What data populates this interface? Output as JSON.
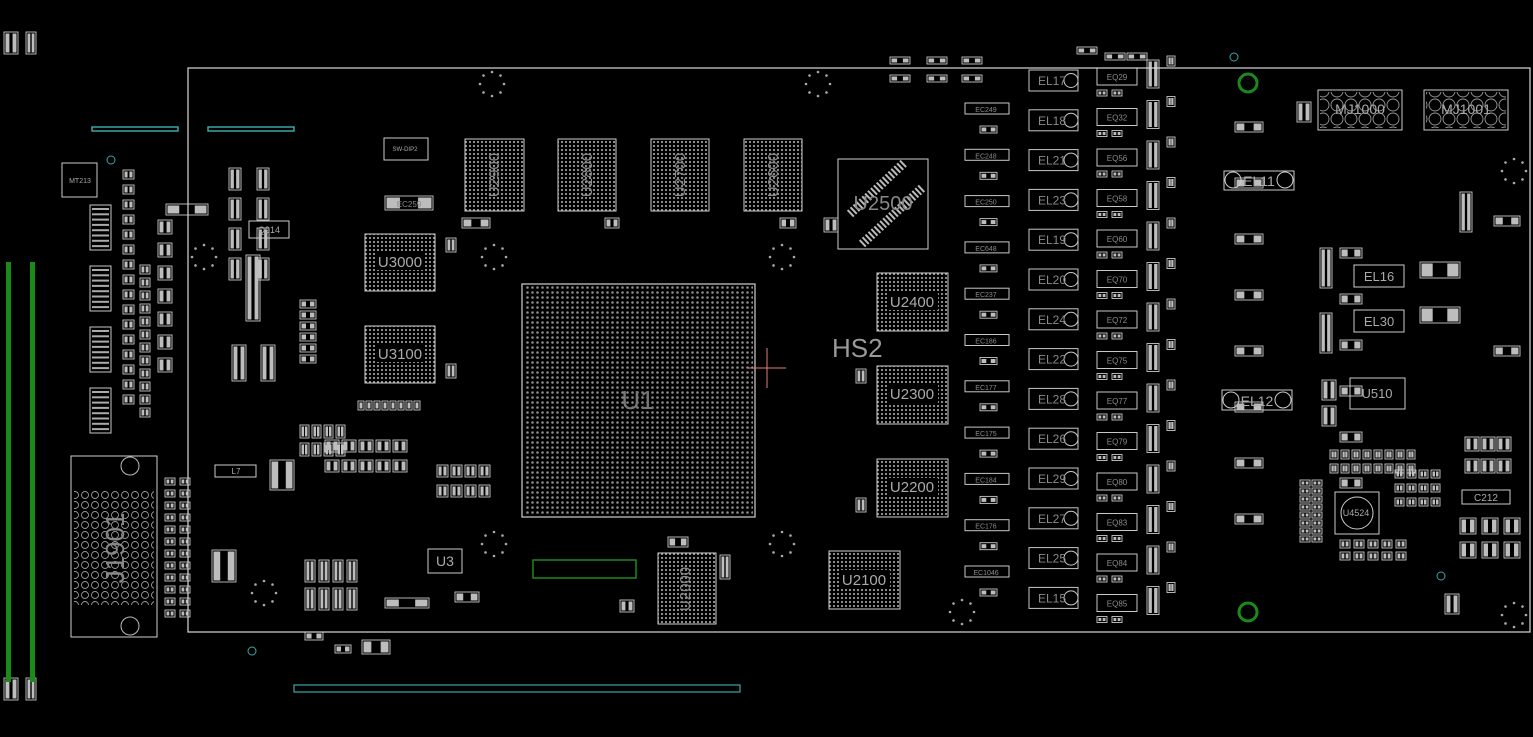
{
  "colors": {
    "background": "#000000",
    "outline": "#d8d8d8",
    "silk_text": "#8a8a8a",
    "pad": "#bdbdbd",
    "green": "#1a8a1a",
    "teal": "#3aa6a6",
    "cursor": "#e08080"
  },
  "labels": {
    "heatsink": "HS2",
    "gpu": "U1",
    "connector": "J1901",
    "mem": [
      "U2900",
      "U2800",
      "U2700",
      "U2600"
    ],
    "u2500": "U2500",
    "u3000": "U3000",
    "u3100": "U3100",
    "u2400": "U2400",
    "u2300": "U2300",
    "u2200": "U2200",
    "u2100": "U2100",
    "u2000": "U2000",
    "u3": "U3",
    "u4524": "U4524",
    "u510": "U510",
    "el11": "EL11",
    "el12": "EL12",
    "el16": "EL16",
    "el30": "EL30",
    "mj1000": "MJ1000",
    "mj1001": "MJ1001",
    "mt213": "MT213",
    "sw": "SW-DIP2",
    "q914": "Q914",
    "c212": "C212",
    "l7": "L7",
    "el_col": [
      "EL17",
      "EL18",
      "EL21",
      "EL23",
      "EL19",
      "EL20",
      "EL24",
      "EL22",
      "EL28",
      "EL26",
      "EL29",
      "EL27",
      "EL25",
      "EL15"
    ],
    "ec_col": [
      "EC249",
      "EC248",
      "EC250",
      "EC648",
      "EC237",
      "EC186",
      "EC177",
      "EC175",
      "EC184",
      "EC176",
      "EC1046"
    ],
    "eq_col": [
      "EQ29",
      "EQ32",
      "EQ56",
      "EQ58",
      "EQ60",
      "EQ70",
      "EQ72",
      "EQ75",
      "EQ77",
      "EQ79",
      "EQ80",
      "EQ83",
      "EQ84",
      "EQ85"
    ]
  }
}
